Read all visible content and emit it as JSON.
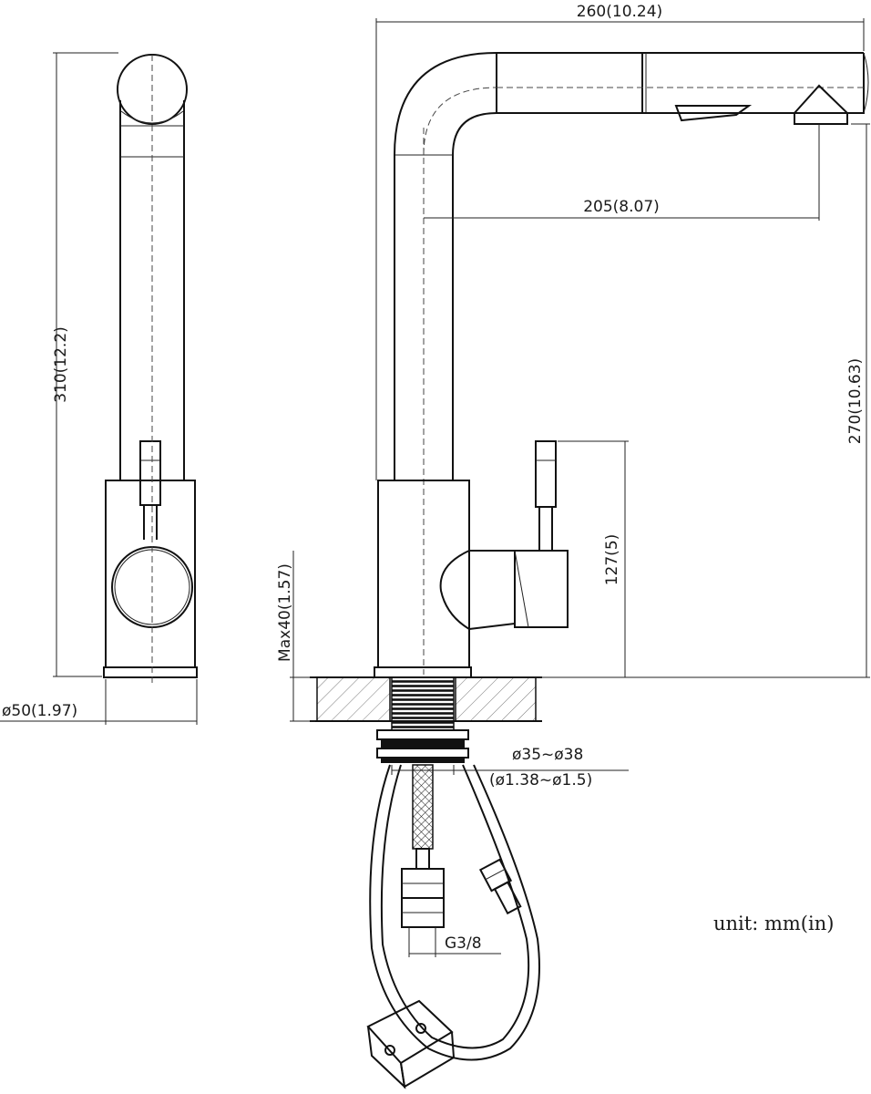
{
  "dimensions": {
    "overall_reach": "260(10.24)",
    "spout_reach": "205(8.07)",
    "spout_height": "270(10.63)",
    "total_height": "310(12.2)",
    "lever_height": "127(5)",
    "max_deck_thickness": "Max40(1.57)",
    "base_diameter": "ø50(1.97)",
    "hole_size_mm": "ø35~ø38",
    "hole_size_in": "(ø1.38~ø1.5)",
    "connection_thread": "G3/8"
  },
  "units_note": "unit: mm(in)"
}
